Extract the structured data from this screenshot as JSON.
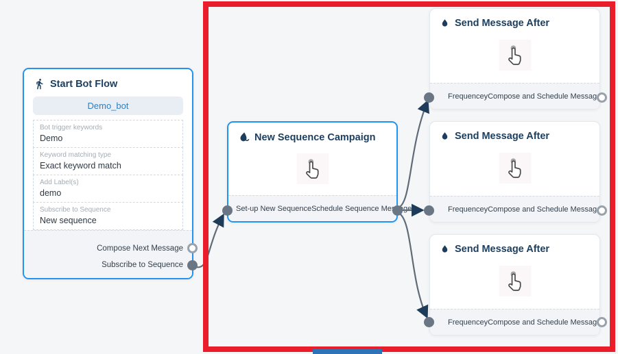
{
  "colors": {
    "highlight_red": "#ea1d2b",
    "node_border_blue": "#2193f0",
    "title_navy": "#1c3e5e",
    "port_gray": "#6b7684",
    "edge_gray": "#5f6b77",
    "button_blue": "#2d7fc3",
    "bottom_bar_blue": "#2e73b8"
  },
  "nodes": {
    "start": {
      "title": "Start Bot Flow",
      "icon": "walking-person-icon",
      "button_label": "Demo_bot",
      "fields": [
        {
          "label": "Bot trigger keywords",
          "value": "Demo"
        },
        {
          "label": "Keyword matching type",
          "value": "Exact keyword match"
        },
        {
          "label": "Add Label(s)",
          "value": "demo"
        },
        {
          "label": "Subscribe to Sequence",
          "value": "New sequence"
        }
      ],
      "outputs": [
        {
          "label": "Compose Next Message",
          "port_style": "hollow"
        },
        {
          "label": "Subscribe to Sequence",
          "port_style": "filled"
        }
      ]
    },
    "campaign": {
      "title": "New Sequence Campaign",
      "icon": "ink-drop-icon",
      "body_icon": "hand-cursor-icon",
      "left_port_label": "Set-up New Sequence",
      "right_port_label": "Schedule Sequence Message"
    },
    "send": [
      {
        "title": "Send Message After",
        "icon": "water-drop-icon",
        "body_icon": "hand-cursor-icon",
        "left_port_label": "Frequencey",
        "right_port_label": "Compose and Schedule Message"
      },
      {
        "title": "Send Message After",
        "icon": "water-drop-icon",
        "body_icon": "hand-cursor-icon",
        "left_port_label": "Frequencey",
        "right_port_label": "Compose and Schedule Message"
      },
      {
        "title": "Send Message After",
        "icon": "water-drop-icon",
        "body_icon": "hand-cursor-icon",
        "left_port_label": "Frequencey",
        "right_port_label": "Compose and Schedule Message"
      }
    ]
  }
}
